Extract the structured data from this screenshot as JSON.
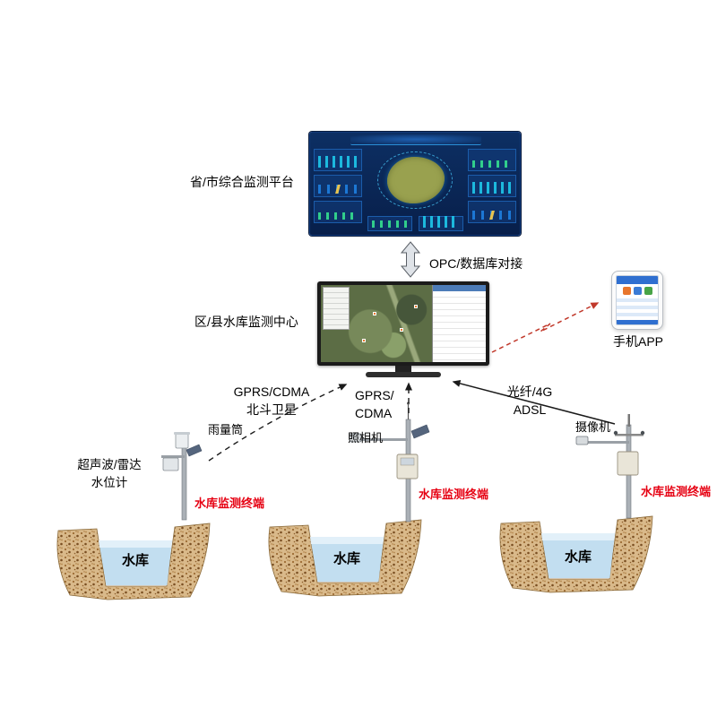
{
  "diagram": {
    "platform_label": "省/市综合监测平台",
    "opc_label": "OPC/数据库对接",
    "center_label": "区/县水库监测中心",
    "phone_label": "手机APP",
    "links": {
      "gprs_beidou_line1": "GPRS/CDMA",
      "gprs_beidou_line2": "北斗卫星",
      "gprs_line1": "GPRS/",
      "gprs_line2": "CDMA",
      "fiber_line1": "光纤/4G",
      "fiber_line2": "ADSL"
    },
    "sensors": {
      "rain_gauge": "雨量筒",
      "water_level_line1": "超声波/雷达",
      "water_level_line2": "水位计",
      "photo_camera": "照相机",
      "video_camera": "摄像机"
    },
    "terminal_label_1": "水库监测终端",
    "terminal_label_2": "水库监测终端",
    "terminal_label_3": "水库监测终端",
    "reservoir_label_1": "水库",
    "reservoir_label_2": "水库",
    "reservoir_label_3": "水库",
    "colors": {
      "terminal_text": "#e60012",
      "red_link_arrow": "#c1392b",
      "dashboard_bg": "#0d2f63",
      "monitor_map": "#5c6d45",
      "water": "#c2def0",
      "ground": "#d9b98a"
    }
  }
}
